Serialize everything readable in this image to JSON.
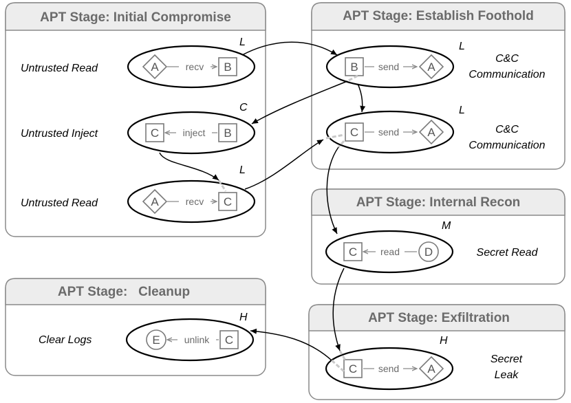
{
  "stages": {
    "initial_compromise": {
      "title": "APT Stage: Initial Compromise",
      "rows": [
        {
          "label": "Untrusted Read",
          "level": "L",
          "left_node": "A",
          "edge": "recv",
          "right_node": "B"
        },
        {
          "label": "Untrusted Inject",
          "level": "C",
          "left_node": "C",
          "edge": "inject",
          "right_node": "B"
        },
        {
          "label": "Untrusted Read",
          "level": "L",
          "left_node": "A",
          "edge": "recv",
          "right_node": "C"
        }
      ]
    },
    "establish_foothold": {
      "title": "APT Stage: Establish Foothold",
      "rows": [
        {
          "label_line1": "C&C",
          "label_line2": "Communication",
          "level": "L",
          "left_node": "B",
          "edge": "send",
          "right_node": "A"
        },
        {
          "label_line1": "C&C",
          "label_line2": "Communication",
          "level": "L",
          "left_node": "C",
          "edge": "send",
          "right_node": "A"
        }
      ]
    },
    "internal_recon": {
      "title": "APT Stage: Internal Recon",
      "rows": [
        {
          "label": "Secret Read",
          "level": "M",
          "left_node": "C",
          "edge": "read",
          "right_node": "D"
        }
      ]
    },
    "cleanup": {
      "title": "APT Stage:   Cleanup",
      "rows": [
        {
          "label": "Clear Logs",
          "level": "H",
          "left_node": "E",
          "edge": "unlink",
          "right_node": "C"
        }
      ]
    },
    "exfiltration": {
      "title": "APT Stage: Exfiltration",
      "rows": [
        {
          "label_line1": "Secret",
          "label_line2": "Leak",
          "level": "H",
          "left_node": "C",
          "edge": "send",
          "right_node": "A"
        }
      ]
    }
  }
}
